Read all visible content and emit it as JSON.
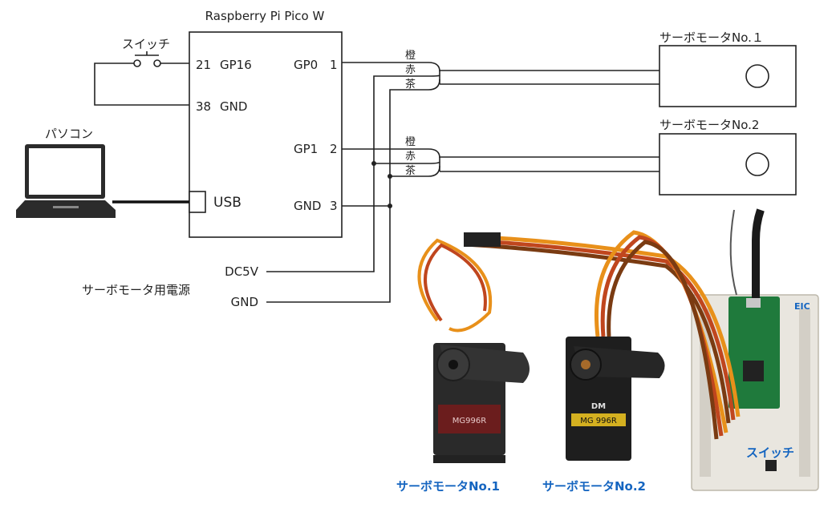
{
  "board": {
    "title": "Raspberry Pi Pico W",
    "left_pins": [
      {
        "num": "21",
        "name": "GP16"
      },
      {
        "num": "38",
        "name": "GND"
      }
    ],
    "usb": "USB",
    "right_pins": [
      {
        "name": "GP0",
        "num": "1"
      },
      {
        "name": "GP1",
        "num": "2"
      },
      {
        "name": "GND",
        "num": "3"
      }
    ]
  },
  "switch_label": "スイッチ",
  "pc_label": "パソコン",
  "wire_colors": [
    "橙",
    "赤",
    "茶"
  ],
  "servo1_label": "サーボモータNo.１",
  "servo2_label": "サーボモータNo.2",
  "power": {
    "label": "サーボモータ用電源",
    "dc5v": "DC5V",
    "gnd": "GND"
  },
  "photo": {
    "servo1_caption": "サーボモータNo.1",
    "servo2_caption": "サーボモータNo.2",
    "switch_caption": "スイッチ",
    "servo1_sticker": "MG996R",
    "servo2_sticker": "MG 996R",
    "servo2_brand": "DM",
    "board_logo": "EIC"
  },
  "colors": {
    "orange_wire": "#e8901a",
    "red_wire": "#c0461e",
    "brown_wire": "#7a3b12",
    "pcb_green": "#1f7a3c",
    "caption_blue": "#1565c0"
  }
}
